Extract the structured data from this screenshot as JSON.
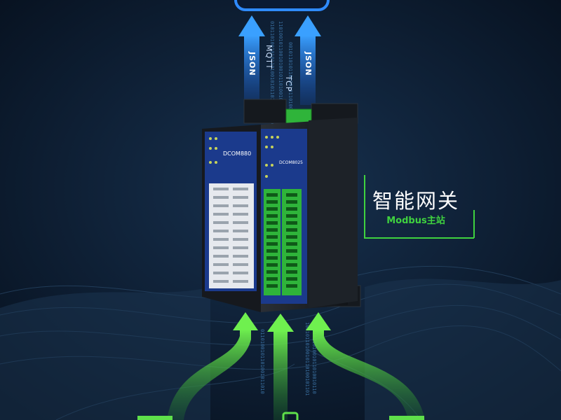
{
  "protocols": {
    "json_left": "JSON",
    "mqtt": "MQTT",
    "tcp": "TCP",
    "json_right": "JSON"
  },
  "gateway_label": {
    "title": "智能网关",
    "subtitle": "Modbus主站"
  },
  "modules": {
    "left_model": "DCOM880",
    "right_model": "DCOM8025"
  },
  "colors": {
    "background": "#0b1a2c",
    "arrow_blue": "#2f8bff",
    "arrow_green": "#5fe04a",
    "accent_green": "#3fd23f",
    "module_blue": "#1b3a8c"
  }
}
